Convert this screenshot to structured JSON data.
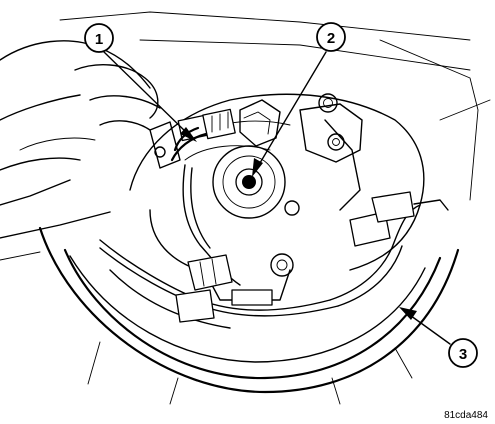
{
  "figure": {
    "callouts": [
      {
        "id": "1",
        "target": "wire-harness-connector"
      },
      {
        "id": "2",
        "target": "steering-column-shaft-nut"
      },
      {
        "id": "3",
        "target": "steering-wheel-rim"
      }
    ],
    "figure_code": "81cda484"
  }
}
